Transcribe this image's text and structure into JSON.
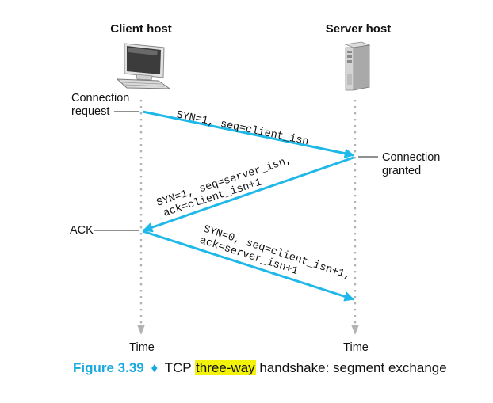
{
  "diagram": {
    "client_title": "Client host",
    "server_title": "Server host",
    "connection_request": [
      "Connection",
      "request"
    ],
    "connection_granted": [
      "Connection",
      "granted"
    ],
    "ack_label": "ACK",
    "time_left": "Time",
    "time_right": "Time",
    "segment1": "SYN=1, seq=client_isn",
    "segment2": [
      "SYN=1, seq=server_isn,",
      "ack=client_isn+1"
    ],
    "segment3": [
      "SYN=0, seq=client_isn+1,",
      "ack=server_isn+1"
    ],
    "arrow_color": "#1fb8e8",
    "timeline_color": "#b3b3b3"
  },
  "caption": {
    "figure": "Figure 3.39",
    "diamond": "♦",
    "prefix": "TCP ",
    "highlight": "three-way",
    "suffix": " handshake: segment exchange",
    "figure_color": "#1aa9df",
    "highlight_color": "#f2f20a"
  }
}
